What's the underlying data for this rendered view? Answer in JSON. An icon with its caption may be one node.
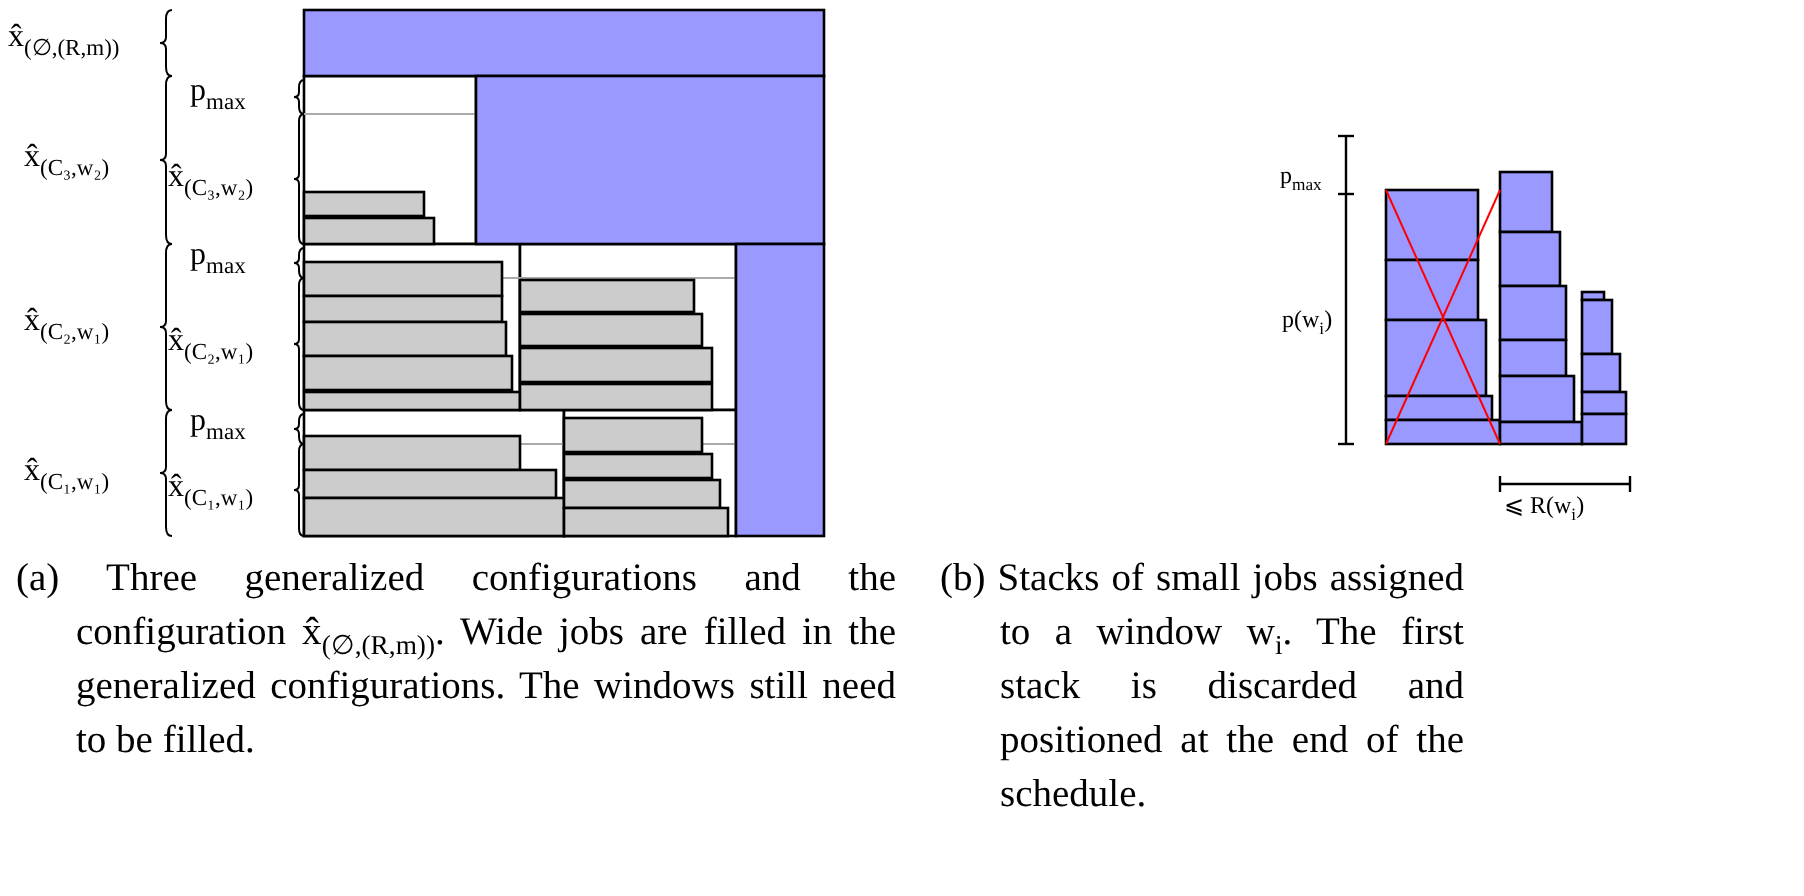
{
  "diagram": {
    "labels": [
      "x̂$_{(∅,(R,m))}$",
      "p$_{max}$",
      "x̂$_{(C₃,w₂)}$",
      "x̂$_{(C₃,w₂)}$",
      "p$_{max}$",
      "x̂$_{(C₂,w₁)}$",
      "x̂$_{(C₂,w₁)}$",
      "p$_{max}$",
      "x̂$_{(C₁,w₁)}$",
      "x̂$_{(C₁,w₁)}$",
      "p$_{max}$",
      "p(w$_{i}$)",
      "⩽ R(w$_{i}$)",
      "(a) Three generalized configurations and the configuration x̂$_{(∅,(R,m))}$. Wide jobs are filled in the generalized configurations. The windows still need to be filled.",
      "(b) Stacks of small jobs assigned to a window w$_{i}$. The first stack is discarded and positioned at the end of the schedule."
    ]
  }
}
